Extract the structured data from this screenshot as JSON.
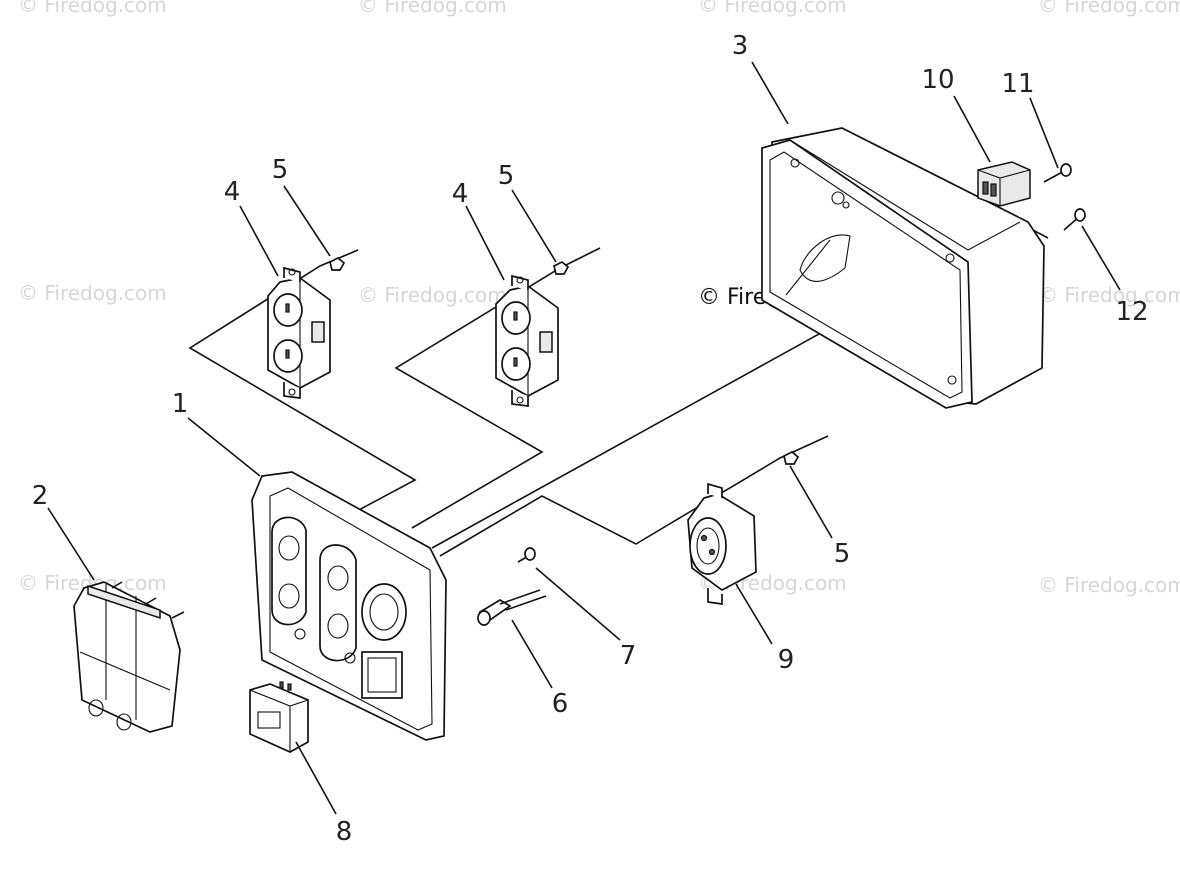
{
  "watermarks": {
    "text": "© Firedog.com",
    "main": "© Firedog.com"
  },
  "parts": {
    "p1": "1",
    "p2": "2",
    "p3": "3",
    "p4a": "4",
    "p4b": "4",
    "p5a": "5",
    "p5b": "5",
    "p5c": "5",
    "p6": "6",
    "p7": "7",
    "p8": "8",
    "p9": "9",
    "p10": "10",
    "p11": "11",
    "p12": "12"
  }
}
